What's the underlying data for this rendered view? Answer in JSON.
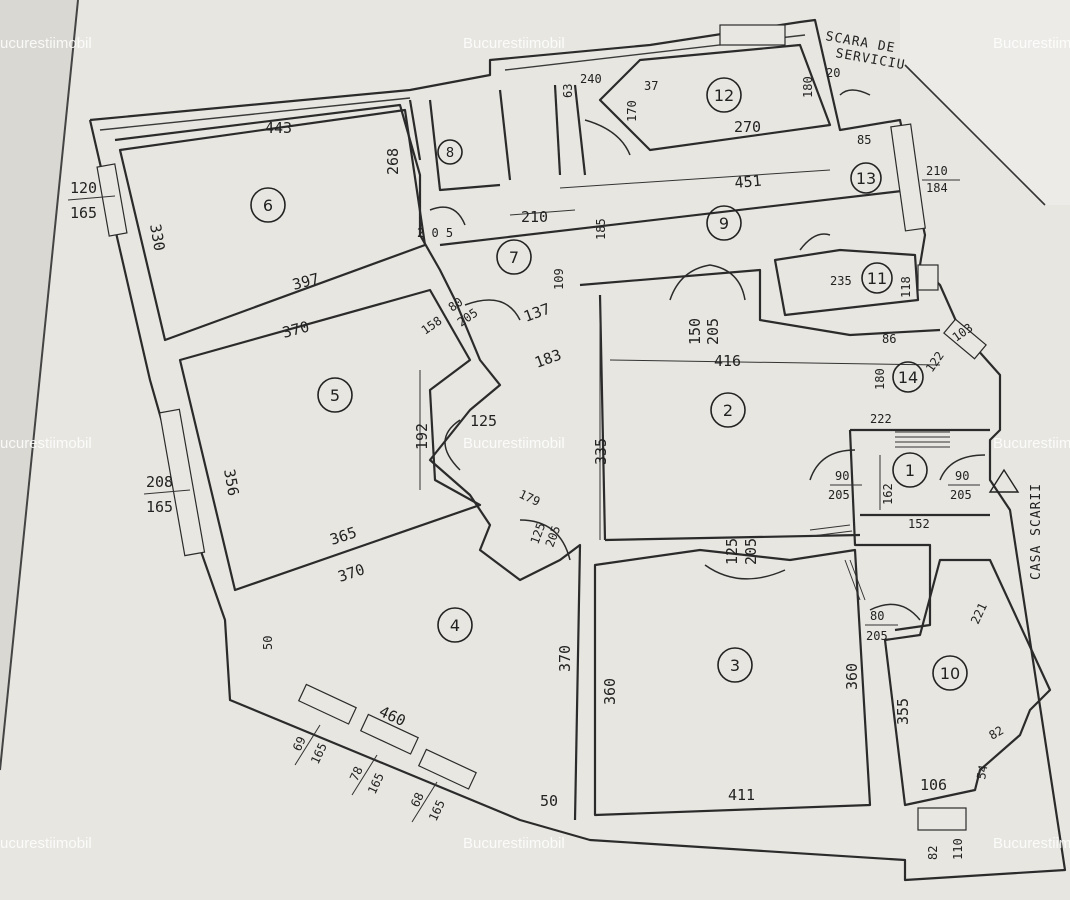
{
  "watermark": "Bucurestiimobil",
  "labels": {
    "service_stairs_1": "SCARA DE",
    "service_stairs_2": "SERVICIU",
    "stair_house": "CASA SCARII"
  },
  "rooms": [
    "1",
    "2",
    "3",
    "4",
    "5",
    "6",
    "7",
    "8",
    "9",
    "10",
    "11",
    "12",
    "13",
    "14"
  ],
  "dimensions": {
    "d443": "443",
    "d120": "120",
    "d165a": "165",
    "d330": "330",
    "d397": "397",
    "d370a": "370",
    "d268": "268",
    "d205a": "2 0 5",
    "d210a": "210",
    "d451": "451",
    "d270": "270",
    "d240": "240",
    "d180a": "180",
    "d85": "85",
    "d210b": "210",
    "d184": "184",
    "d235": "235",
    "d118": "118",
    "d109": "109",
    "d137": "137",
    "d183": "183",
    "d158": "158",
    "d80a": "80",
    "d205b": "205",
    "d150": "150",
    "d205c": "205",
    "d416": "416",
    "d185": "185",
    "d122": "122",
    "d103": "103",
    "d180b": "180",
    "d86": "86",
    "d192": "192",
    "d125a": "125",
    "d335": "335",
    "d356": "356",
    "d208": "208",
    "d165b": "165",
    "d365": "365",
    "d370b": "370",
    "d179": "179",
    "d125b": "125",
    "d205d": "205",
    "d125c": "125",
    "d205e": "205",
    "d222": "222",
    "d90a": "90",
    "d205f": "205",
    "d162": "162",
    "d90b": "90",
    "d205g": "205",
    "d152": "152",
    "d50a": "50",
    "d460": "460",
    "d69": "69",
    "d165c": "165",
    "d78": "78",
    "d165d": "165",
    "d68": "68",
    "d165e": "165",
    "d370c": "370",
    "d360a": "360",
    "d50b": "50",
    "d411": "411",
    "d80b": "80",
    "d205h": "205",
    "d360b": "360",
    "d355": "355",
    "d106": "106",
    "d221": "221",
    "d82a": "82",
    "d54": "54",
    "d82b": "82",
    "d110": "110",
    "d20": "20",
    "d37": "37",
    "d170": "170",
    "d63": "63"
  }
}
